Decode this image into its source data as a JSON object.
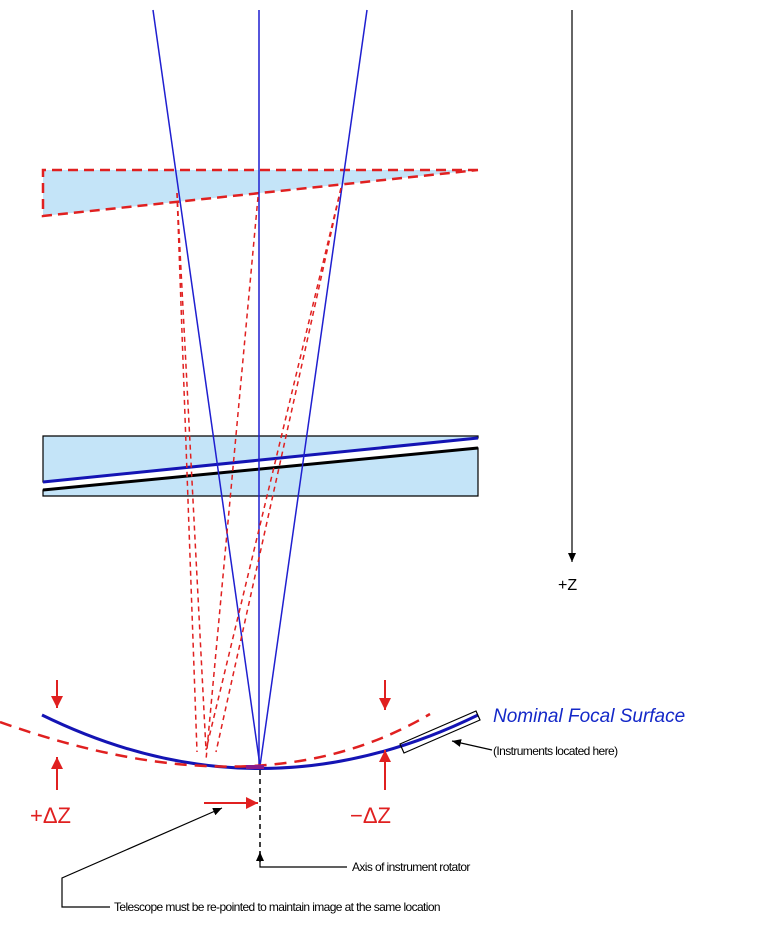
{
  "labels": {
    "z_axis": "+Z",
    "nominal_focal_surface": "Nominal Focal Surface",
    "instruments": "(Instruments located here)",
    "plus_delta_z": "+ΔZ",
    "minus_delta_z": "−ΔZ",
    "rotator_axis": "Axis of instrument rotator",
    "repoint_note": "Telescope must be re-pointed to maintain image at the same location"
  },
  "colors": {
    "nominal_ray": "#1f1fd0",
    "shifted_ray": "#e02020",
    "glass_fill": "#c4e4f8",
    "focal_surface": "#1414b4",
    "outline": "#000000",
    "label_blue": "#1428c8"
  }
}
